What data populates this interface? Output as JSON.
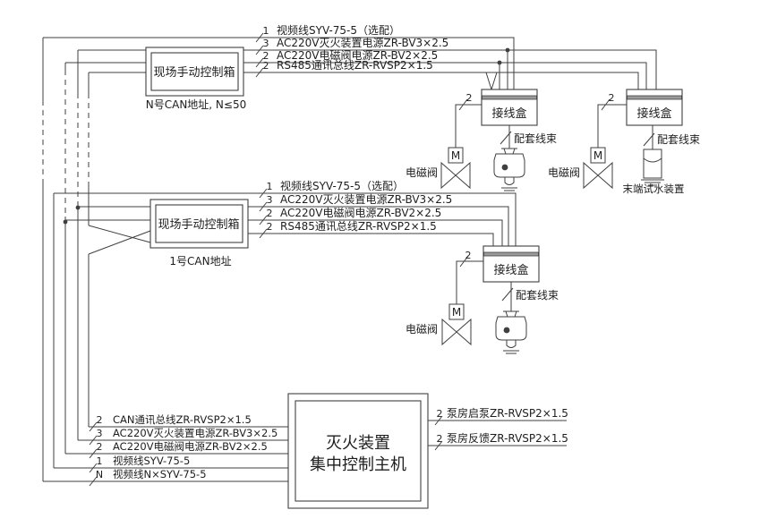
{
  "runs": {
    "top": {
      "control_box": {
        "title": "现场手动控制箱",
        "address": "N号CAN地址, N≤50"
      },
      "wires": [
        {
          "count": "1",
          "label": "视频线SYV-75-5（选配）"
        },
        {
          "count": "3",
          "label": "AC220V灭火装置电源ZR-BV3×2.5"
        },
        {
          "count": "2",
          "label": "AC220V电磁阀电源ZR-BV2×2.5"
        },
        {
          "count": "2",
          "label": "RS485通讯总线ZR-RVSP2×1.5"
        }
      ]
    },
    "middle": {
      "control_box": {
        "title": "现场手动控制箱",
        "address": "1号CAN地址"
      },
      "wires": [
        {
          "count": "1",
          "label": "视频线SYV-75-5（选配）"
        },
        {
          "count": "3",
          "label": "AC220V灭火装置电源ZR-BV3×2.5"
        },
        {
          "count": "2",
          "label": "AC220V电磁阀电源ZR-BV2×2.5"
        },
        {
          "count": "2",
          "label": "RS485通讯总线ZR-RVSP2×1.5"
        }
      ]
    }
  },
  "junction_box": {
    "label": "接线盒",
    "branch_count": "2"
  },
  "solenoid_valve": {
    "label": "电磁阀",
    "motor_letter": "M"
  },
  "harness": {
    "label": "配套线束"
  },
  "end_test_device": {
    "label": "末端试水装置"
  },
  "main_controller": {
    "title_line1": "灭火装置",
    "title_line2": "集中控制主机",
    "left_wires": [
      {
        "count": "2",
        "label": "CAN通讯总线ZR-RVSP2×1.5"
      },
      {
        "count": "3",
        "label": "AC220V灭火装置电源ZR-BV3×2.5"
      },
      {
        "count": "2",
        "label": "AC220V电磁阀电源ZR-BV2×2.5"
      },
      {
        "count": "1",
        "label": "视频线SYV-75-5"
      },
      {
        "count": "N",
        "label": "视频线N×SYV-75-5"
      }
    ],
    "right_wires": [
      {
        "count": "2",
        "label": "泵房启泵ZR-RVSP2×1.5"
      },
      {
        "count": "2",
        "label": "泵房反馈ZR-RVSP2×1.5"
      }
    ]
  },
  "colors": {
    "line": "#3f3f3f",
    "text": "#1e1e1e",
    "lid": "#9a9a9a",
    "background": "#ffffff"
  }
}
